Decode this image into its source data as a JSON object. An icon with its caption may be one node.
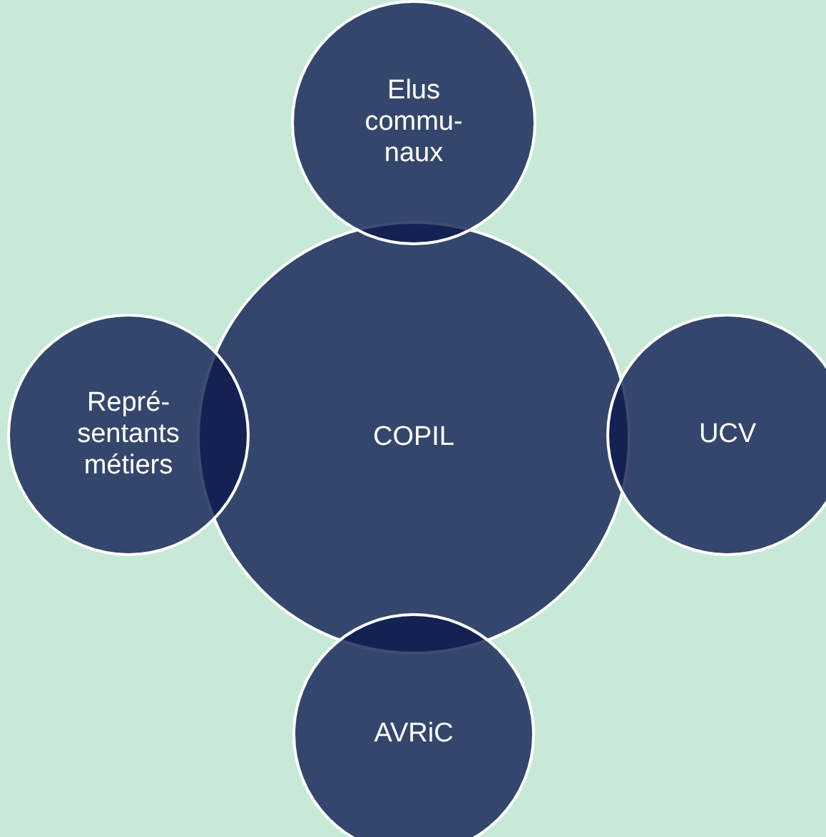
{
  "diagram": {
    "nodes": [
      {
        "text": [
          "Elus commu- naux"
        ]
      },
      {
        "text": [
          "Repré- sentants métiers"
        ]
      },
      {
        "text": [
          "COPIL"
        ]
      },
      {
        "text": [
          "UCV"
        ]
      },
      {
        "text": [
          "AVRiC"
        ]
      }
    ]
  }
}
